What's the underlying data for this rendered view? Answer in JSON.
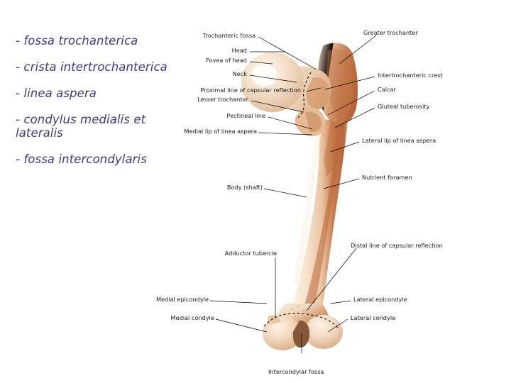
{
  "slide": {
    "background_color": "#ffffff",
    "bullet_text_color": "#3a3a8c",
    "label_text_color": "#1a1a1a",
    "leader_line_color": "#000000"
  },
  "terms": {
    "items": [
      "- fossa trochanterica",
      "- crista intertrochanterica",
      "- linea aspera",
      "- condylus medialis et lateralis",
      "- fossa intercondylaris"
    ]
  },
  "figure": {
    "subject": "femur-posterior-view",
    "bone_colors": {
      "light": "#f7e3d2",
      "mid": "#e8c3a2",
      "shaft_ridge": "#c07242",
      "dark": "#a85a2e",
      "highlight": "#fdf4ea",
      "outline": "#d9b08c"
    },
    "labels": {
      "trochanteric_fossa": "Trochanteric fossa",
      "head": "Head",
      "fovea_of_head": "Fovea of head",
      "neck": "Neck",
      "proximal_line_of_capsular_reflection": "Proximal line of capsular reflection",
      "lesser_trochanter": "Lesser trochanter",
      "pectineal_line": "Pectineal line",
      "medial_lip_of_linea_aspera": "Medial lip of linea aspera",
      "body_shaft": "Body (shaft)",
      "adductor_tubercle": "Adductor tubercle",
      "medial_epicondyle": "Medial epicondyle",
      "medial_condyle": "Medial condyle",
      "greater_trochanter": "Greater trochanter",
      "intertrochanteric_crest": "Intertrochanteric crest",
      "calcar": "Calcar",
      "gluteal_tuberosity": "Gluteal tuberosity",
      "lateral_lip_of_linea_aspera": "Lateral lip of linea aspera",
      "nutrient_foramen": "Nutrient foramen",
      "distal_line_of_capsular_reflection": "Distal line of capsular reflection",
      "lateral_epicondyle": "Lateral epicondyle",
      "lateral_condyle": "Lateral condyle",
      "intercondylar_fossa": "Intercondylar fossa"
    }
  }
}
